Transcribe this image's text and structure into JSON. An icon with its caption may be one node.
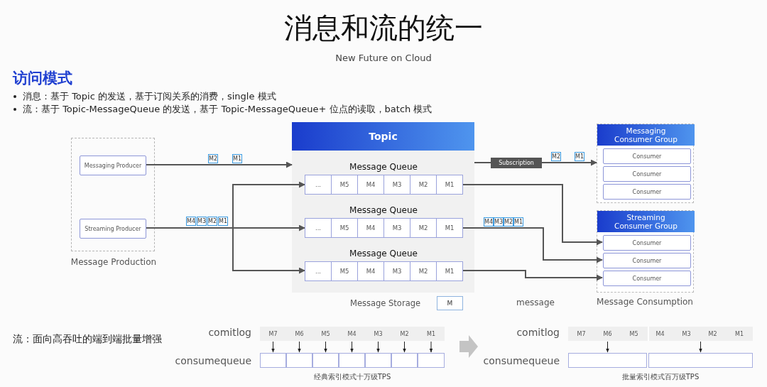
{
  "diagram": {
    "title": "消息和流的统一",
    "nodes": [
      {
        "text": [
          "Message Production"
        ]
      },
      {
        "text": [
          "Messaging Producer"
        ],
        "in": 0
      },
      {
        "text": [
          "Streaming Producer"
        ],
        "in": 0
      },
      {
        "text": [
          "Topic"
        ],
        "beside": [
          "Message Storage"
        ]
      },
      {
        "text": [
          "Message Queue",
          "...",
          "M5",
          "M4",
          "M3",
          "M2",
          "M1"
        ],
        "in": 3
      },
      {
        "text": [
          "Message Queue",
          "...",
          "M5",
          "M4",
          "M3",
          "M2",
          "M1"
        ],
        "in": 3
      },
      {
        "text": [
          "Message Queue",
          "...",
          "M5",
          "M4",
          "M3",
          "M2",
          "M1"
        ],
        "in": 3
      },
      {
        "text": [
          "Messaging Consumer Group"
        ]
      },
      {
        "text": [
          "Consumer"
        ],
        "in": 7
      },
      {
        "text": [
          "Consumer"
        ],
        "in": 7
      },
      {
        "text": [
          "Consumer"
        ],
        "in": 7
      },
      {
        "text": [
          "Streaming Consumer Group"
        ]
      },
      {
        "text": [
          "Consumer"
        ],
        "in": 11
      },
      {
        "text": [
          "Consumer"
        ],
        "in": 11
      },
      {
        "text": [
          "Consumer"
        ],
        "in": 11
      },
      {
        "text": [
          "M"
        ]
      },
      {
        "text": [
          "M7",
          "M6",
          "M5",
          "M4",
          "M3",
          "M2",
          "M1"
        ],
        "beside": [
          "comitlog"
        ]
      },
      {
        "text": [],
        "shape": "box",
        "beside": [
          "consumequeue"
        ]
      },
      {
        "text": [
          "M7",
          "M6",
          "M5",
          "M4",
          "M3",
          "M2",
          "M1"
        ],
        "beside": [
          "comitlog"
        ]
      },
      {
        "text": [],
        "shape": "box",
        "beside": [
          "consumequeue"
        ]
      }
    ],
    "edges": [
      {
        "from": 1,
        "to": 3,
        "arrow": "to"
      },
      {
        "from": 2,
        "to": 5,
        "arrow": "to"
      },
      {
        "from": 2,
        "to": 4,
        "arrow": "to"
      },
      {
        "from": 2,
        "to": 6,
        "arrow": "to"
      },
      {
        "from": 3,
        "to": 7,
        "arrow": "to",
        "label": "Subscription"
      },
      {
        "from": 4,
        "to": 12,
        "arrow": "to"
      },
      {
        "from": 5,
        "to": 13,
        "arrow": "to"
      },
      {
        "from": 6,
        "to": 14,
        "arrow": "to"
      },
      {
        "from": 16,
        "to": 17,
        "arrow": "to"
      },
      {
        "from": 16,
        "to": 17,
        "arrow": "to"
      },
      {
        "from": 16,
        "to": 17,
        "arrow": "to"
      },
      {
        "from": 16,
        "to": 17,
        "arrow": "to"
      },
      {
        "from": 16,
        "to": 17,
        "arrow": "to"
      },
      {
        "from": 16,
        "to": 17,
        "arrow": "to"
      },
      {
        "from": 16,
        "to": 17,
        "arrow": "to"
      },
      {
        "from": 18,
        "to": 19,
        "arrow": "to"
      },
      {
        "from": 18,
        "to": 19,
        "arrow": "to"
      }
    ],
    "labels": [
      "New Future on Cloud",
      "访问模式",
      "消息：基于 Topic 的发送，基于订阅关系的消费，single 模式",
      "流：基于 Topic-MessageQueue 的发送，基于 Topic-MessageQueue+ 位点的读取，batch 模式",
      "M2",
      "M1",
      "M4",
      "M3",
      "M2",
      "M1",
      "M2",
      "M1",
      "M4",
      "M3",
      "M2",
      "M1",
      "message",
      "Message Consumption",
      "流：面向高吞吐的端到端批量增强",
      "经典索引模式十万级TPS",
      "批量索引模式百万级TPS"
    ]
  }
}
